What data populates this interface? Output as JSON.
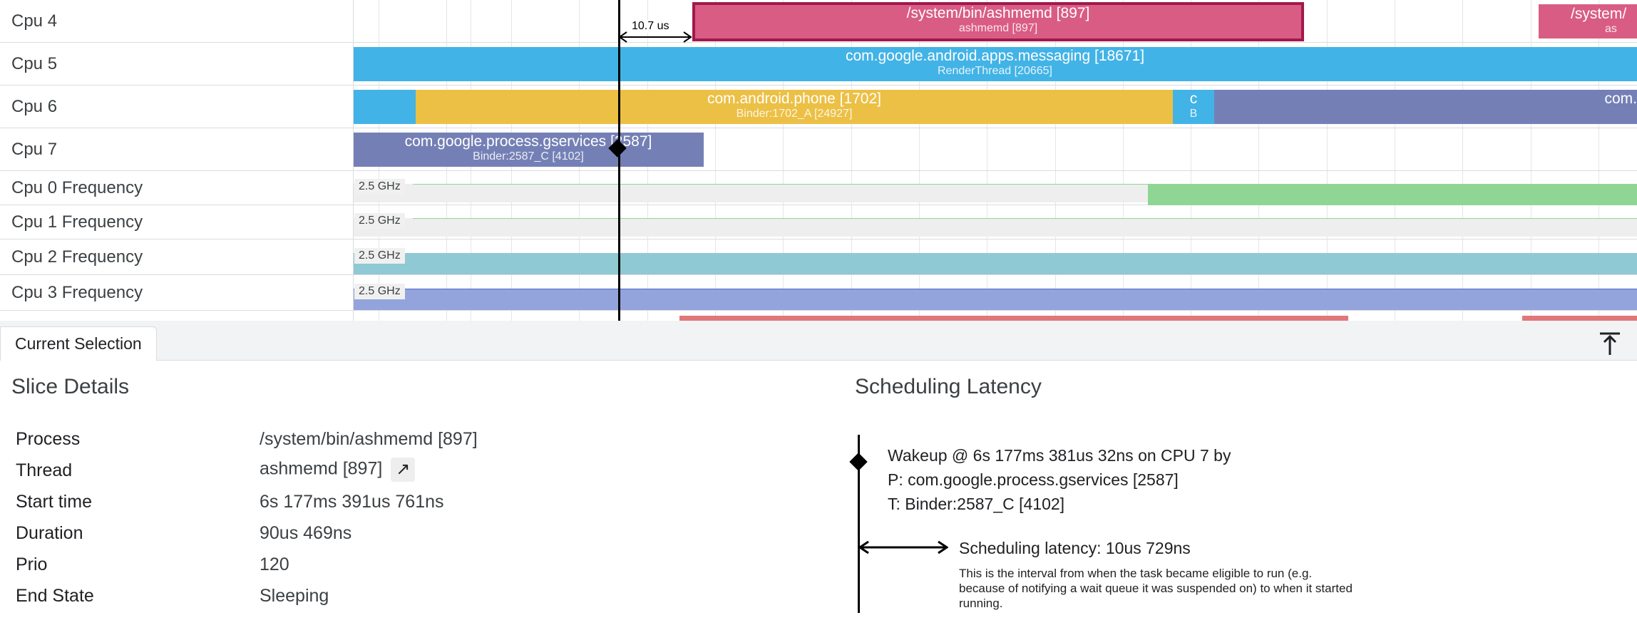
{
  "tracks": [
    {
      "label": "Cpu 4"
    },
    {
      "label": "Cpu 5"
    },
    {
      "label": "Cpu 6"
    },
    {
      "label": "Cpu 7"
    },
    {
      "label": "Cpu 0 Frequency"
    },
    {
      "label": "Cpu 1 Frequency"
    },
    {
      "label": "Cpu 2 Frequency"
    },
    {
      "label": "Cpu 3 Frequency"
    }
  ],
  "slices": {
    "cpu4_ashmemd": {
      "title": "/system/bin/ashmemd [897]",
      "subtitle": "ashmemd [897]",
      "color": "#d95c84",
      "border": "#a1194a"
    },
    "cpu4_right": {
      "title": "/system/",
      "subtitle": "as",
      "color": "#d95c84"
    },
    "cpu5_messaging": {
      "title": "com.google.android.apps.messaging [18671]",
      "subtitle": "RenderThread [20665]",
      "color": "#42b3e6"
    },
    "cpu6_phone": {
      "title": "com.android.phone [1702]",
      "subtitle": "Binder:1702_A [24927]",
      "color": "#ecc045"
    },
    "cpu6_c": {
      "title": "c",
      "subtitle": "B",
      "color": "#42b3e6"
    },
    "cpu6_right": {
      "title": "com.",
      "subtitle": "",
      "color": "#7480b5"
    },
    "cpu7_gservices": {
      "title": "com.google.process.gservices [2587]",
      "subtitle": "Binder:2587_C [4102]",
      "color": "#7480b5"
    }
  },
  "frequency": {
    "cpu0_label": "2.5 GHz",
    "cpu1_label": "2.5 GHz",
    "cpu2_label": "2.5 GHz",
    "cpu3_label": "2.5 GHz",
    "colors": {
      "cpu0": "#8fd694",
      "cpu1": "#8fd694",
      "cpu2": "#8fc9d4",
      "cpu3": "#93a4dc",
      "partial": "#e0787a"
    }
  },
  "wakeup_arrow_label": "10.7 us",
  "panel": {
    "tab_label": "Current Selection",
    "collapse_icon": "↑",
    "slice_details": {
      "title": "Slice Details",
      "rows": [
        {
          "key": "Process",
          "value": "/system/bin/ashmemd [897]"
        },
        {
          "key": "Thread",
          "value": "ashmemd [897]"
        },
        {
          "key": "Start time",
          "value": "6s 177ms 391us 761ns"
        },
        {
          "key": "Duration",
          "value": "90us 469ns"
        },
        {
          "key": "Prio",
          "value": "120"
        },
        {
          "key": "End State",
          "value": "Sleeping"
        }
      ],
      "thread_link_icon": "↗"
    },
    "scheduling_latency": {
      "title": "Scheduling Latency",
      "wakeup_line1": "Wakeup @ 6s 177ms 381us 32ns on CPU 7 by",
      "wakeup_line2": "P: com.google.process.gservices [2587]",
      "wakeup_line3": "T: Binder:2587_C [4102]",
      "latency_label": "Scheduling latency: 10us 729ns",
      "description": "This is the interval from when the task became eligible to run (e.g. because of notifying a wait queue it was suspended on) to when it started running."
    }
  }
}
